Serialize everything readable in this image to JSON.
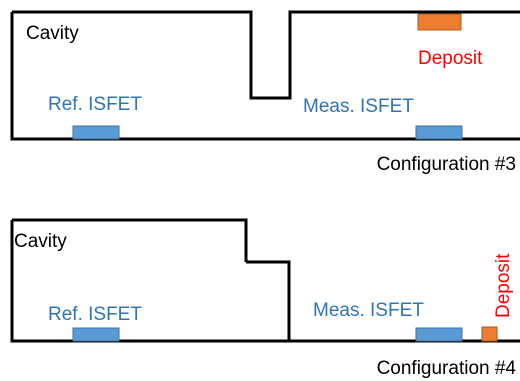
{
  "diagrams": [
    {
      "cavity_label": "Cavity",
      "ref_label": "Ref. ISFET",
      "meas_label": "Meas. ISFET",
      "deposit_label": "Deposit",
      "configuration_label": "Configuration #3"
    },
    {
      "cavity_label": "Cavity",
      "ref_label": "Ref. ISFET",
      "meas_label": "Meas. ISFET",
      "deposit_label": "Deposit",
      "configuration_label": "Configuration #4"
    }
  ],
  "colors": {
    "outline": "#000000",
    "isfet_fill": "#5b9bd5",
    "isfet_stroke": "#41719c",
    "deposit_fill": "#ed7d31",
    "deposit_stroke": "#ae5a21",
    "isfet_text": "#2e75b6",
    "deposit_text": "#ff0000",
    "label_text": "#000000"
  }
}
